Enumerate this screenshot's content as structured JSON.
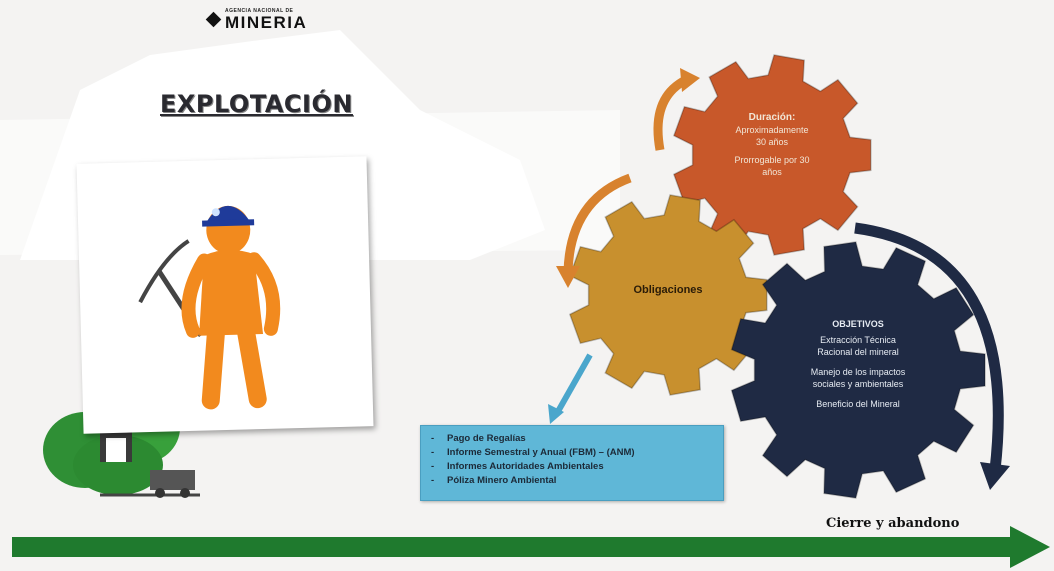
{
  "brand": {
    "small": "AGENCIA NACIONAL DE",
    "name": "MINERIA"
  },
  "title": "EXPLOTACIÓN",
  "gears": {
    "duration": {
      "title": "Duración:",
      "lines": [
        "Aproximadamente",
        "30 años",
        "Prorrogable por 30",
        "años"
      ]
    },
    "obligations": {
      "title": "Obligaciones"
    },
    "objectives": {
      "title": "OBJETIVOS",
      "lines": [
        "Extracción Técnica",
        "Racional del mineral",
        "Manejo de los impactos",
        "sociales y ambientales",
        "Beneficio del Mineral"
      ]
    }
  },
  "obligations_list": [
    "Pago de Regalías",
    "Informe Semestral y Anual (FBM) – (ANM)",
    "Informes Autoridades Ambientales",
    "Póliza Minero Ambiental"
  ],
  "timeline": {
    "end_label": "Cierre y abandono"
  },
  "colors": {
    "orange_gear": "#c8582a",
    "gold_gear": "#c8902e",
    "navy_gear": "#1f2a44",
    "timeline": "#1f7a2e",
    "box": "#5fb7d7"
  }
}
